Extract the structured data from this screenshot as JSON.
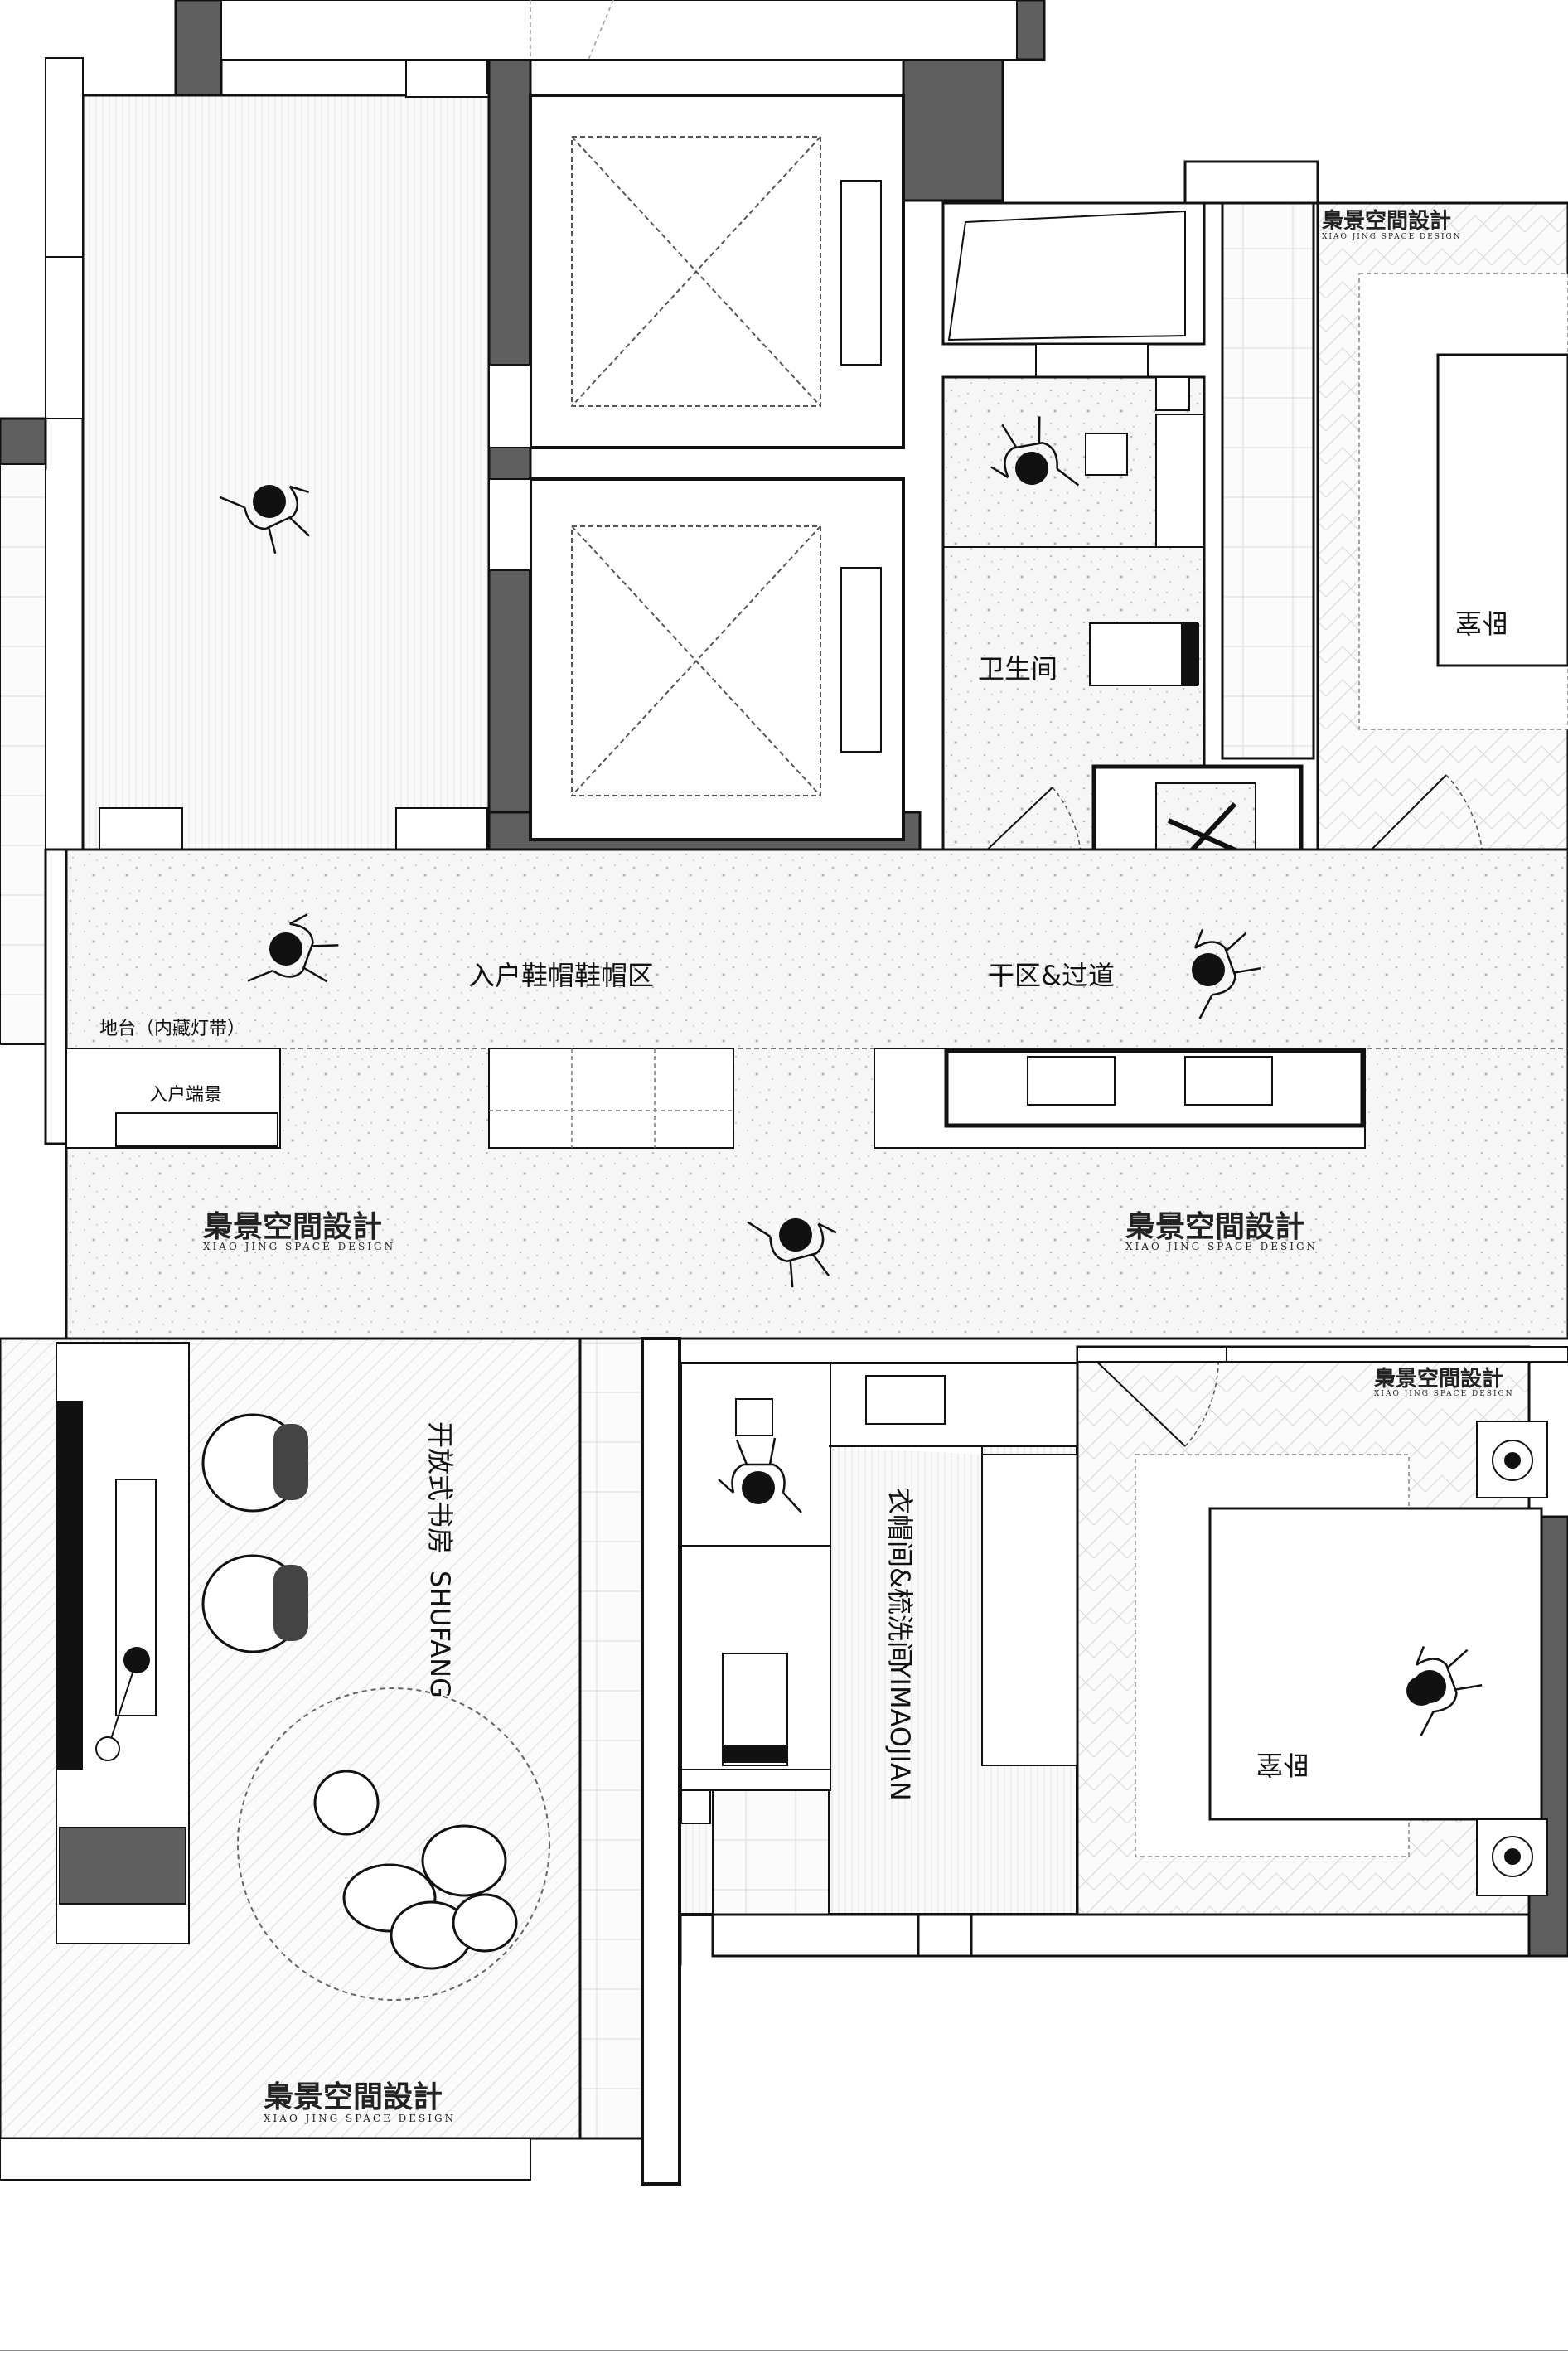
{
  "rooms": {
    "bathroom": "卫生间",
    "entry_shoe": "入户鞋帽鞋帽区",
    "dry_passage": "干区&过道",
    "floor_platform": "地台（内藏灯带）",
    "entry_view": "入户端景",
    "study_cn": "开放式书房",
    "study_en": "SHUFANG",
    "wardrobe_cn": "衣帽间&梳洗间",
    "wardrobe_en": "YIMAOJIAN",
    "bedroom_top": "卧室",
    "bedroom_bottom": "卧室"
  },
  "brand": {
    "name_cn": "梟景空間設計",
    "name_en": "XIAO JING SPACE DESIGN"
  },
  "colors": {
    "wall_fill": "#5f5f5f",
    "line": "#111111",
    "terrazzo": "#f4f4f4",
    "hatch": "#d9d9d9"
  }
}
